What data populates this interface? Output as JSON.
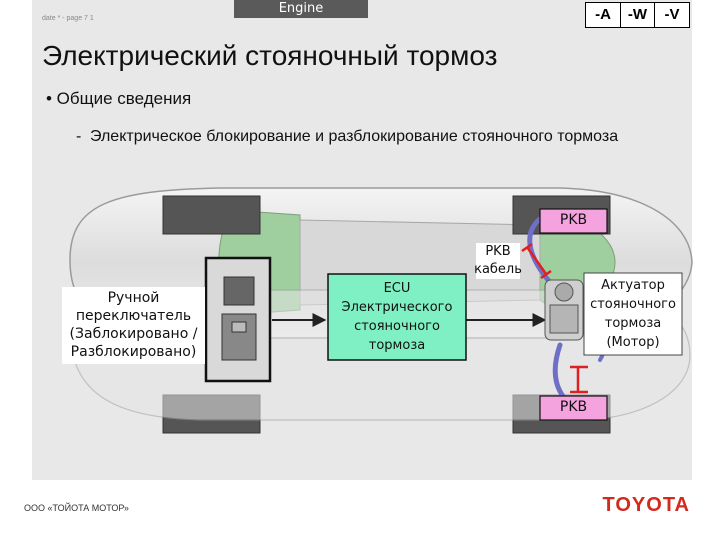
{
  "header": {
    "section_tab": "Engine",
    "date_line": "date * - page 7 1",
    "variants": [
      "-A",
      "-W",
      "-V"
    ]
  },
  "slide": {
    "title": "Электрический стояночный тормоз",
    "bullet": "• Общие сведения",
    "sub_dash": "-",
    "sub_text": "Электрическое блокирование и разблокирование стояночного тормоза"
  },
  "diagram": {
    "switch_label": [
      "Ручной",
      "переключатель",
      "(Заблокировано /",
      "Разблокировано)"
    ],
    "ecu_label": [
      "ECU",
      "Электрического",
      "стояночного",
      "тормоза"
    ],
    "pkb_top": "PKB",
    "pkb_bottom": "PKB",
    "pkb_cable": [
      "PKB",
      "кабель"
    ],
    "actuator_label": [
      "Актуатор",
      "стояночного",
      "тормоза",
      "(Мотор)"
    ],
    "colors": {
      "ecu_fill": "#7ff0c4",
      "pkb_fill": "#f5a3df",
      "cable_red": "#e02020",
      "cable_blue": "#6f6fc8",
      "glass": "#9fcf9f"
    }
  },
  "footer": {
    "company": "ООО «ТОЙОТА МОТОР»",
    "logo": "TOYOTA"
  }
}
